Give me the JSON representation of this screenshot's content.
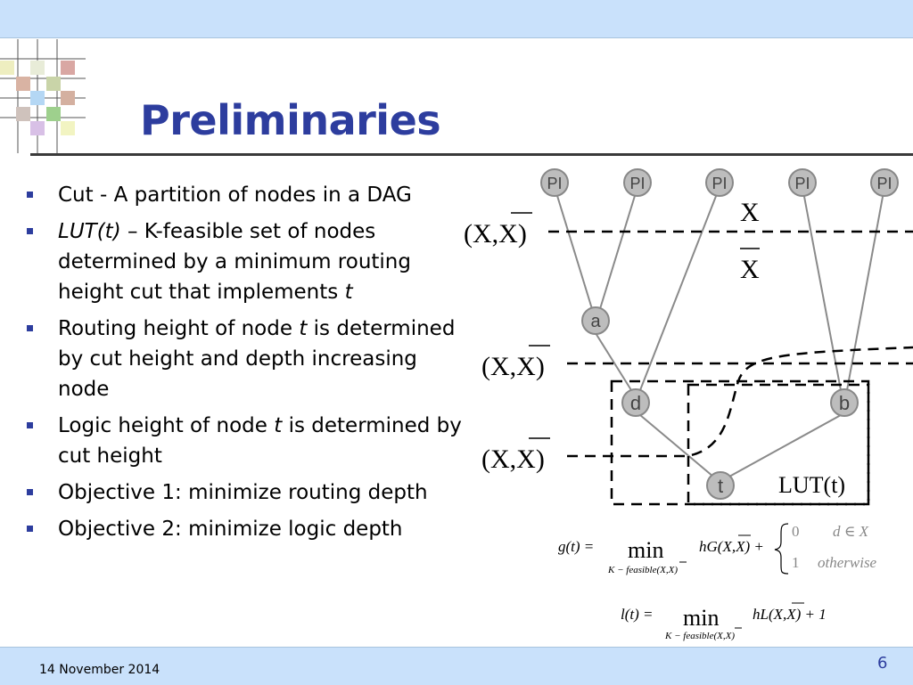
{
  "slide": {
    "title": "Preliminaries",
    "date": "14 November 2014",
    "page_number": "6",
    "colors": {
      "title": "#2d3d9e",
      "band": "#c9e1fb"
    }
  },
  "bullets": [
    {
      "parts": [
        {
          "text": "Cut - A partition of nodes in a DAG",
          "italic": false
        }
      ]
    },
    {
      "parts": [
        {
          "text": "LUT(t)",
          "italic": true
        },
        {
          "text": " – K-feasible set of nodes determined by a minimum routing height cut that implements ",
          "italic": false
        },
        {
          "text": "t",
          "italic": true
        }
      ]
    },
    {
      "parts": [
        {
          "text": "Routing height of node ",
          "italic": false
        },
        {
          "text": "t",
          "italic": true
        },
        {
          "text": " is determined by cut height and depth increasing node",
          "italic": false
        }
      ]
    },
    {
      "parts": [
        {
          "text": "Logic height of node ",
          "italic": false
        },
        {
          "text": "t",
          "italic": true
        },
        {
          "text": " is determined by cut height",
          "italic": false
        }
      ]
    },
    {
      "parts": [
        {
          "text": "Objective 1: minimize routing depth",
          "italic": false
        }
      ]
    },
    {
      "parts": [
        {
          "text": "Objective 2: minimize logic depth",
          "italic": false
        }
      ]
    }
  ],
  "diagram": {
    "nodes": {
      "pi": "PI",
      "a": "a",
      "d": "d",
      "b": "b",
      "t": "t"
    },
    "labels": {
      "x_top": "X",
      "x_bar": "X",
      "cut": "(X,X)",
      "lut": "LUT(t)"
    },
    "formulas": {
      "g_lhs": "g(t) =",
      "g_min": "min",
      "g_sub": "K − feasible(X,X)",
      "g_term": "hG(X,X) +",
      "g_case1_val": "0",
      "g_case1_cond": "d ∈ X",
      "g_case2_val": "1",
      "g_case2_cond": "otherwise",
      "l_lhs": "l(t) =",
      "l_min": "min",
      "l_sub": "K − feasible(X,X)",
      "l_term": "hL(X,X) + 1"
    }
  }
}
